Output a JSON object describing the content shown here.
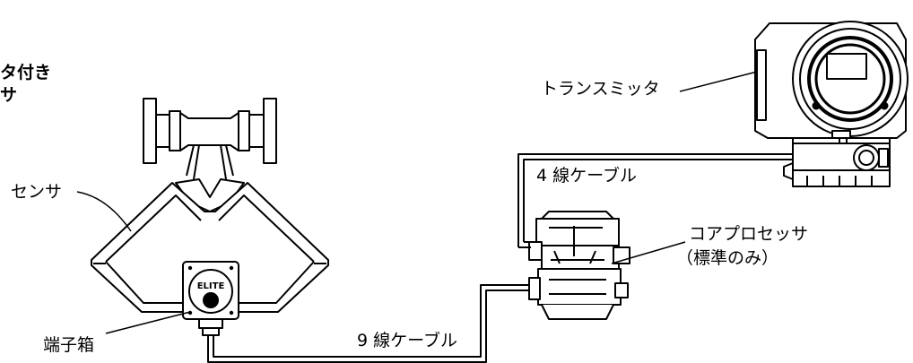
{
  "labels": {
    "title_line1": "タ付き",
    "title_line2": "サ",
    "sensor": "センサ",
    "transmitter": "トランスミッタ",
    "four_wire_cable": "4 線ケーブル",
    "core_processor": "コアプロセッサ",
    "core_processor_note": "（標準のみ）",
    "nine_wire_cable": "9 線ケーブル",
    "junction_box": "端子箱",
    "logo_text": "ELITE"
  }
}
